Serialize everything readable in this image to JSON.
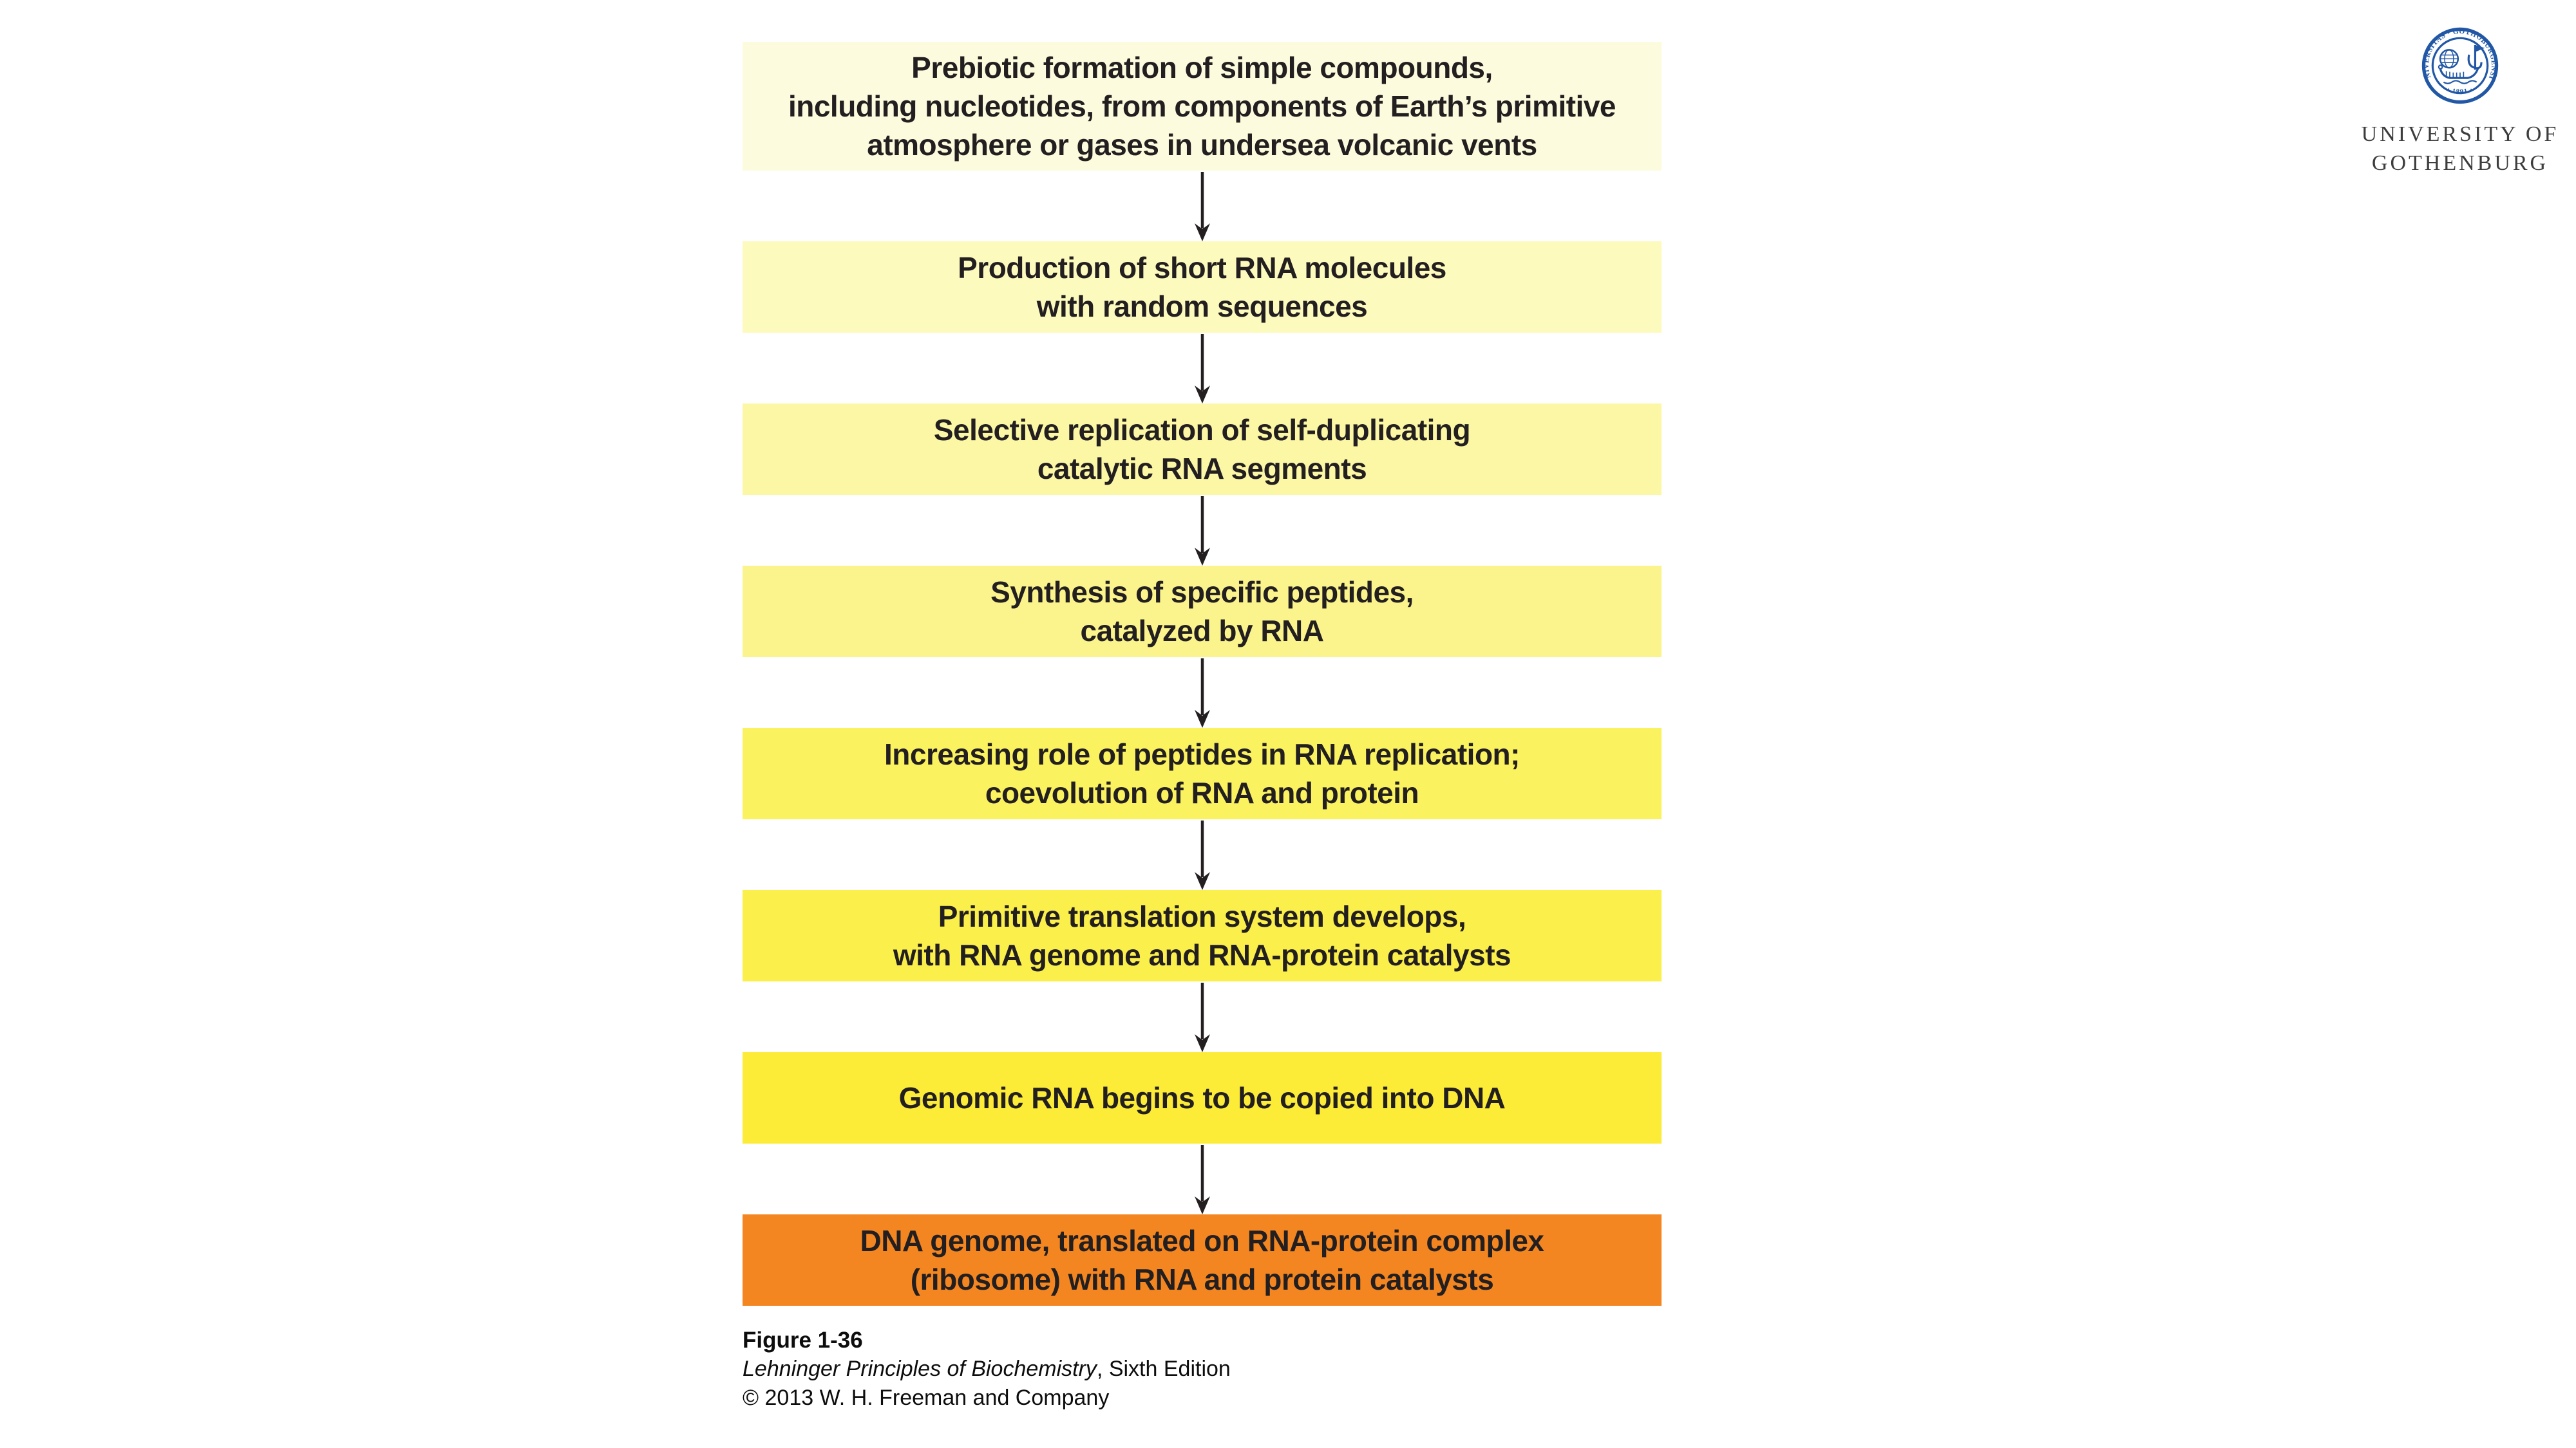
{
  "slide": {
    "background_color": "#FFFFFF"
  },
  "logo": {
    "seal_ring_text": "UNIVERSITAS · GOTHOBURGENSIS",
    "seal_year": "· 1891 ·",
    "name_line1": "UNIVERSITY OF",
    "name_line2": "GOTHENBURG",
    "seal_color": "#2157A5",
    "name_color": "#3D3D3D"
  },
  "flowchart": {
    "text_color": "#231F20",
    "arrow_color": "#231F20",
    "steps": [
      {
        "color": "#FCFBDE",
        "lines": [
          "Prebiotic formation of simple compounds,",
          "including nucleotides, from components of Earth’s primitive",
          "atmosphere or gases in undersea volcanic vents"
        ]
      },
      {
        "color": "#FDFABE",
        "lines": [
          "Production of short RNA molecules",
          "with random sequences"
        ]
      },
      {
        "color": "#FCF7A5",
        "lines": [
          "Selective replication of self-duplicating",
          "catalytic RNA segments"
        ]
      },
      {
        "color": "#FBF48C",
        "lines": [
          "Synthesis of specific peptides,",
          "catalyzed by RNA"
        ]
      },
      {
        "color": "#FBF25F",
        "lines": [
          "Increasing role of peptides in RNA replication;",
          "coevolution of RNA and protein"
        ]
      },
      {
        "color": "#FBEF4B",
        "lines": [
          "Primitive translation system develops,",
          "with RNA genome and RNA-protein catalysts"
        ]
      },
      {
        "color": "#FCEB37",
        "lines": [
          "Genomic RNA begins to be copied into DNA"
        ]
      },
      {
        "color": "#F38621",
        "lines": [
          "DNA genome, translated on RNA-protein complex",
          "(ribosome) with RNA and protein catalysts"
        ]
      }
    ]
  },
  "caption": {
    "figure": "Figure 1-36",
    "source_italic": "Lehninger Principles of Biochemistry",
    "source_rest": ", Sixth Edition",
    "copyright": "© 2013 W. H. Freeman and Company"
  }
}
